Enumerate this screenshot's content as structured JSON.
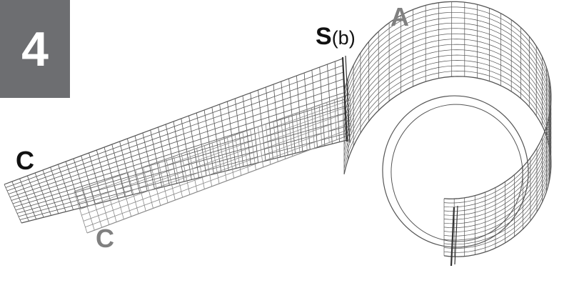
{
  "badge": {
    "number": "4",
    "color": "#6d6e71"
  },
  "labels": {
    "s_main": "S",
    "s_sub": "(b)",
    "a": "A",
    "c_upper": "C",
    "c_lower": "C"
  },
  "colors": {
    "mesh": "#555555",
    "mesh_light": "#8a8a8a",
    "label_dark": "#111111",
    "label_gray": "#808080"
  }
}
